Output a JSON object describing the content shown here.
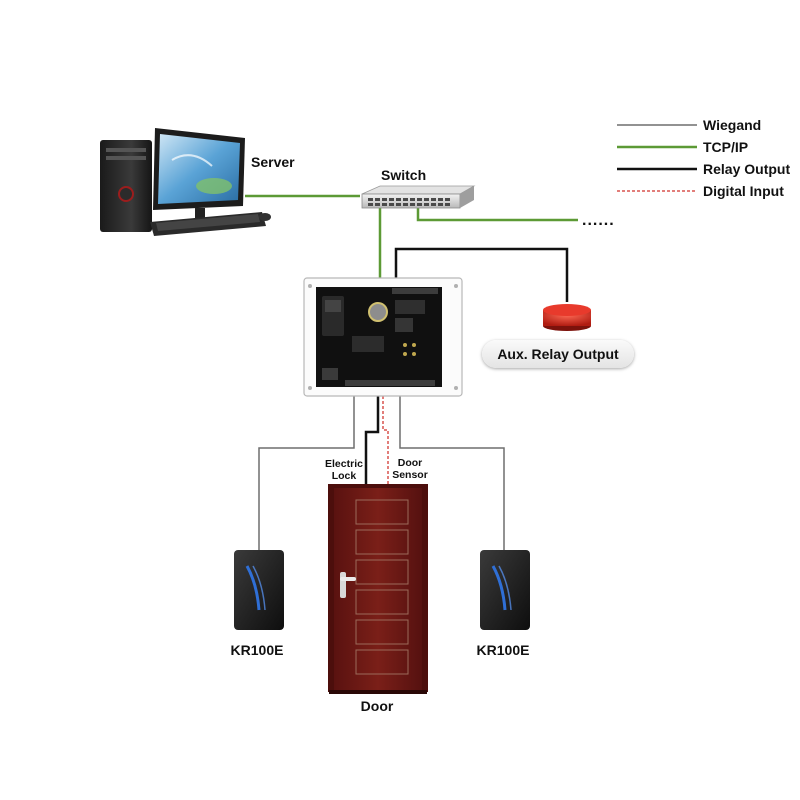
{
  "legend": [
    {
      "label": "Wiegand",
      "color": "#6e6e6e",
      "style": "solid-thin"
    },
    {
      "label": "TCP/IP",
      "color": "#5c9a35",
      "style": "solid"
    },
    {
      "label": "Relay Output",
      "color": "#111111",
      "style": "solid-thick"
    },
    {
      "label": "Digital Input",
      "color": "#d9534f",
      "style": "dashed"
    }
  ],
  "nodes": {
    "server": "Server",
    "switch": "Switch",
    "aux_relay": "Aux. Relay Output",
    "electric_lock_1": "Electric",
    "electric_lock_2": "Lock",
    "door_sensor_1": "Door",
    "door_sensor_2": "Sensor",
    "reader_left": "KR100E",
    "reader_right": "KR100E",
    "door": "Door"
  },
  "ellipsis": "......",
  "colors": {
    "wiegand": "#6e6e6e",
    "tcpip": "#5c9a35",
    "relay": "#111111",
    "digital_input": "#d9534f",
    "door_wood": "#6b1712",
    "reader_body": "#1e1e1e",
    "alarm_red": "#d4261c"
  }
}
